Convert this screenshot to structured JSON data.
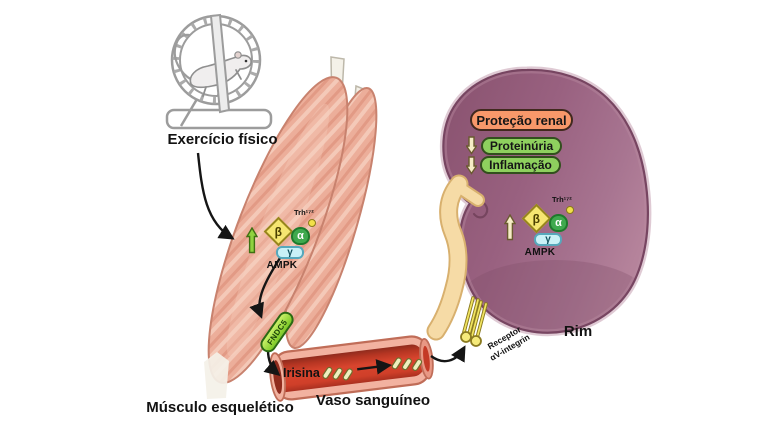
{
  "diagram": {
    "exercise_label": "Exercício físico",
    "muscle_label": "Músculo esquelético",
    "vessel_label": "Vaso sanguíneo",
    "irisin_label": "Irisina",
    "kidney_label": "Rim",
    "fndc5_label": "FNDC5",
    "receptor": {
      "line1": "Receptor",
      "line2": "αV-integrin"
    },
    "kidney_effects": {
      "protection": "Proteção renal",
      "proteinuria": "Proteinúria",
      "inflammation": "Inflamação"
    },
    "ampk": {
      "label": "AMPK",
      "alpha": "α",
      "beta": "β",
      "gamma": "γ",
      "phospho_site": "Trh¹⁷²"
    },
    "colors": {
      "kidney": "#996180",
      "muscle": "#ecae9a",
      "vessel_wall": "#f2b2a0",
      "blood": "#d9452e",
      "protection_badge": "#f8986a",
      "effect_badge_green": "#8ed05e",
      "fndc5_green": "#8edc3a",
      "irisin_particle": "#eef0bf",
      "ampk_beta": "#f6e671",
      "ampk_alpha": "#3fa94e",
      "ampk_gamma": "#c9f1f7",
      "up_arrow_muscle": "#8fd23f",
      "cream_arrow": "#f6edc6",
      "ureter": "#f6dba6",
      "receptor_yellow": "#f2e561"
    }
  }
}
